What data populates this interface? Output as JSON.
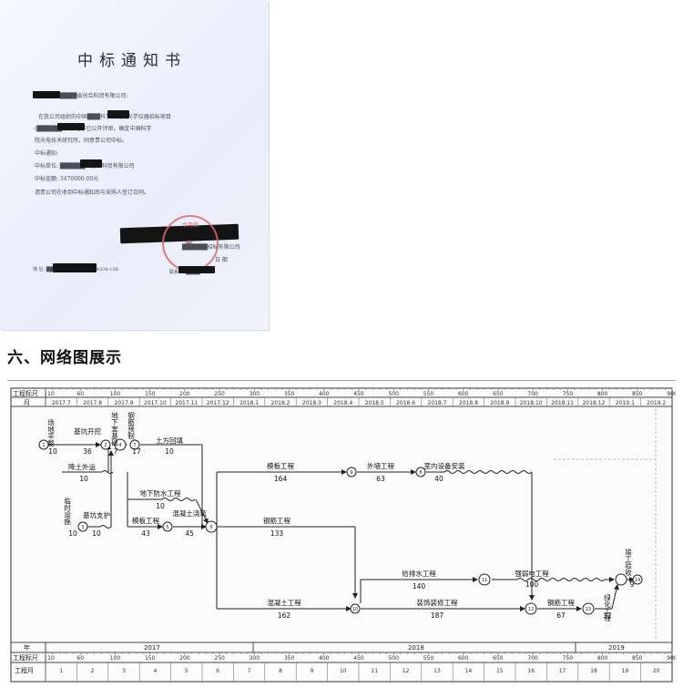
{
  "letter": {
    "title": "中标通知书",
    "lines": [
      "████省创合科贸有限公司:",
      "在我公司组织的中国███科学研究院光学仪器招标项目",
      "(██████)招标程序已公开评审，确定中国科学",
      "院光电技术研究所。同意贵公司中标。",
      "中标通知:",
      "中标单位: ██████省创合科贸有限公司",
      "中标金额: 3470000.00元",
      "请贵公司在收到中标通知后与采购人签订合同。"
    ],
    "signature_line": "██████招标有限公司",
    "date_line": "日 期",
    "footer_left": "地 址: ██████  电话: ████-4338-138",
    "footer_right": "联系人: ████",
    "stamp_text": "专用章"
  },
  "section_heading": "六、网络图展示",
  "chart_data": {
    "type": "network-diagram",
    "top_scale": {
      "row1_label": "工程标尺",
      "row1_ticks": [
        "10",
        "60",
        "100",
        "150",
        "200",
        "250",
        "300",
        "350",
        "400",
        "450",
        "500",
        "550",
        "600",
        "650",
        "700",
        "750",
        "800",
        "850",
        "900"
      ],
      "row2_label": "月",
      "months": [
        "2017.7",
        "2017.8",
        "2017.9",
        "2017.10",
        "2017.11",
        "2017.12",
        "2018.1",
        "2018.2",
        "2018.3",
        "2018.4",
        "2018.5",
        "2018.6",
        "2018.7",
        "2018.8",
        "2018.9",
        "2018.10",
        "2018.11",
        "2018.12",
        "2019.1",
        "2019.2"
      ]
    },
    "bottom_scale": {
      "year_label": "年",
      "years": [
        "2017",
        "2018",
        "2019"
      ],
      "row2_label": "工程标尺",
      "row2_ticks": [
        "10",
        "60",
        "100",
        "150",
        "200",
        "250",
        "300",
        "350",
        "400",
        "450",
        "500",
        "550",
        "600",
        "650",
        "700",
        "750",
        "800",
        "850",
        "900"
      ],
      "row3_label": "工程月",
      "months": [
        "1",
        "2",
        "3",
        "4",
        "5",
        "6",
        "7",
        "8",
        "9",
        "10",
        "11",
        "12",
        "13",
        "14",
        "15",
        "16",
        "17",
        "18",
        "19",
        "20"
      ]
    },
    "nodes": [
      "1",
      "2",
      "3",
      "4",
      "5",
      "6",
      "7",
      "9",
      "8",
      "11",
      "12",
      "10",
      "13",
      "14"
    ],
    "activities": [
      {
        "name": "场地平整",
        "duration": "10"
      },
      {
        "name": "基坑开挖",
        "duration": "36"
      },
      {
        "name": "地下室基础",
        "duration": "7"
      },
      {
        "name": "钢筋预制",
        "duration": "17"
      },
      {
        "name": "土方回填",
        "duration": "10"
      },
      {
        "name": "降土外运",
        "duration": "10"
      },
      {
        "name": "临时设施",
        "duration": "10"
      },
      {
        "name": "基坑支护",
        "duration": "10"
      },
      {
        "name": "地下防水工程",
        "duration": "10"
      },
      {
        "name": "模板工程",
        "duration": "43"
      },
      {
        "name": "混凝土浇筑",
        "duration": "45"
      },
      {
        "name": "模板工程",
        "duration": "164"
      },
      {
        "name": "外墙工程",
        "duration": "63"
      },
      {
        "name": "室内设备安装",
        "duration": "40"
      },
      {
        "name": "钢筋工程",
        "duration": "133"
      },
      {
        "name": "给排水工程",
        "duration": "140"
      },
      {
        "name": "强弱电工程",
        "duration": "100"
      },
      {
        "name": "混凝土工程",
        "duration": "162"
      },
      {
        "name": "装饰装修工程",
        "duration": "187"
      },
      {
        "name": "钢筋工程",
        "duration": "67"
      },
      {
        "name": "绿化工程",
        "duration": "32"
      },
      {
        "name": "竣工验收",
        "duration": "9"
      }
    ]
  }
}
